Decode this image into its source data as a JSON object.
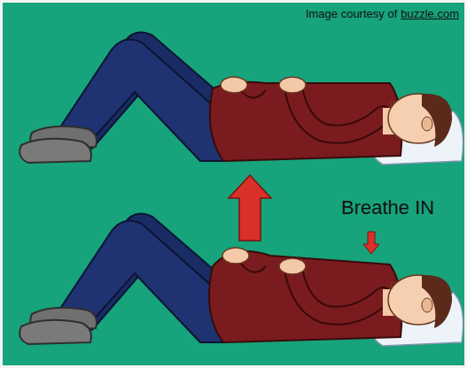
{
  "diagram": {
    "labels": [
      "Image courtesy of",
      "buzzle.com",
      "Breathe IN"
    ]
  }
}
